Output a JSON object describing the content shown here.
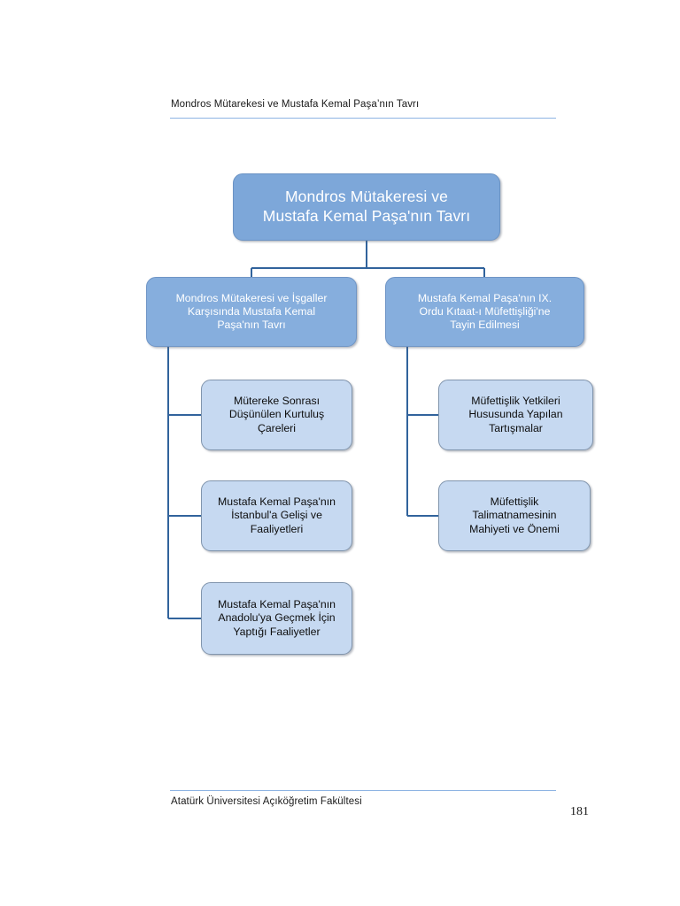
{
  "header": {
    "title": "Mondros Mütarekesi ve Mustafa Kemal Paşa’nın Tavrı"
  },
  "footer": {
    "institution": "Atatürk Üniversitesi Açıköğretim Fakültesi",
    "page_number": "181"
  },
  "colors": {
    "root_fill": "#7da7d9",
    "branch_fill": "#86aedd",
    "leaf_fill": "#c6d9f1",
    "connector": "#31639c",
    "rule": "#8eb4e3",
    "root_text": "#ffffff",
    "leaf_text": "#0d0d0d"
  },
  "chart_data": {
    "type": "diagram",
    "layout": "org-chart",
    "title": "Mondros Mütakeresi ve Mustafa Kemal Paşa'nın Tavrı",
    "root": {
      "id": "root",
      "label": "Mondros Mütakeresi ve\nMustafa Kemal Paşa'nın Tavrı",
      "level": 1
    },
    "branches": [
      {
        "id": "b1",
        "label": "Mondros Mütakeresi  ve İşgaller\nKarşısında Mustafa Kemal\nPaşa'nın Tavrı",
        "level": 2,
        "children": [
          {
            "id": "b1-l1",
            "label": "Mütereke Sonrası\nDüşünülen Kurtuluş\nÇareleri",
            "level": 3
          },
          {
            "id": "b1-l2",
            "label": "Mustafa Kemal Paşa'nın\nİstanbul'a Gelişi ve\nFaaliyetleri",
            "level": 3
          },
          {
            "id": "b1-l3",
            "label": "Mustafa Kemal Paşa'nın\nAnadolu'ya Geçmek İçin\nYaptığı Faaliyetler",
            "level": 3
          }
        ]
      },
      {
        "id": "b2",
        "label": "Mustafa Kemal Paşa'nın IX.\nOrdu Kıtaat-ı Müfettişliği'ne\nTayin Edilmesi",
        "level": 2,
        "children": [
          {
            "id": "b2-l1",
            "label": "Müfettişlik Yetkileri\nHususunda Yapılan\nTartışmalar",
            "level": 3
          },
          {
            "id": "b2-l2",
            "label": "Müfettişlik\nTalimatnamesinin\nMahiyeti ve Önemi",
            "level": 3
          }
        ]
      }
    ]
  }
}
